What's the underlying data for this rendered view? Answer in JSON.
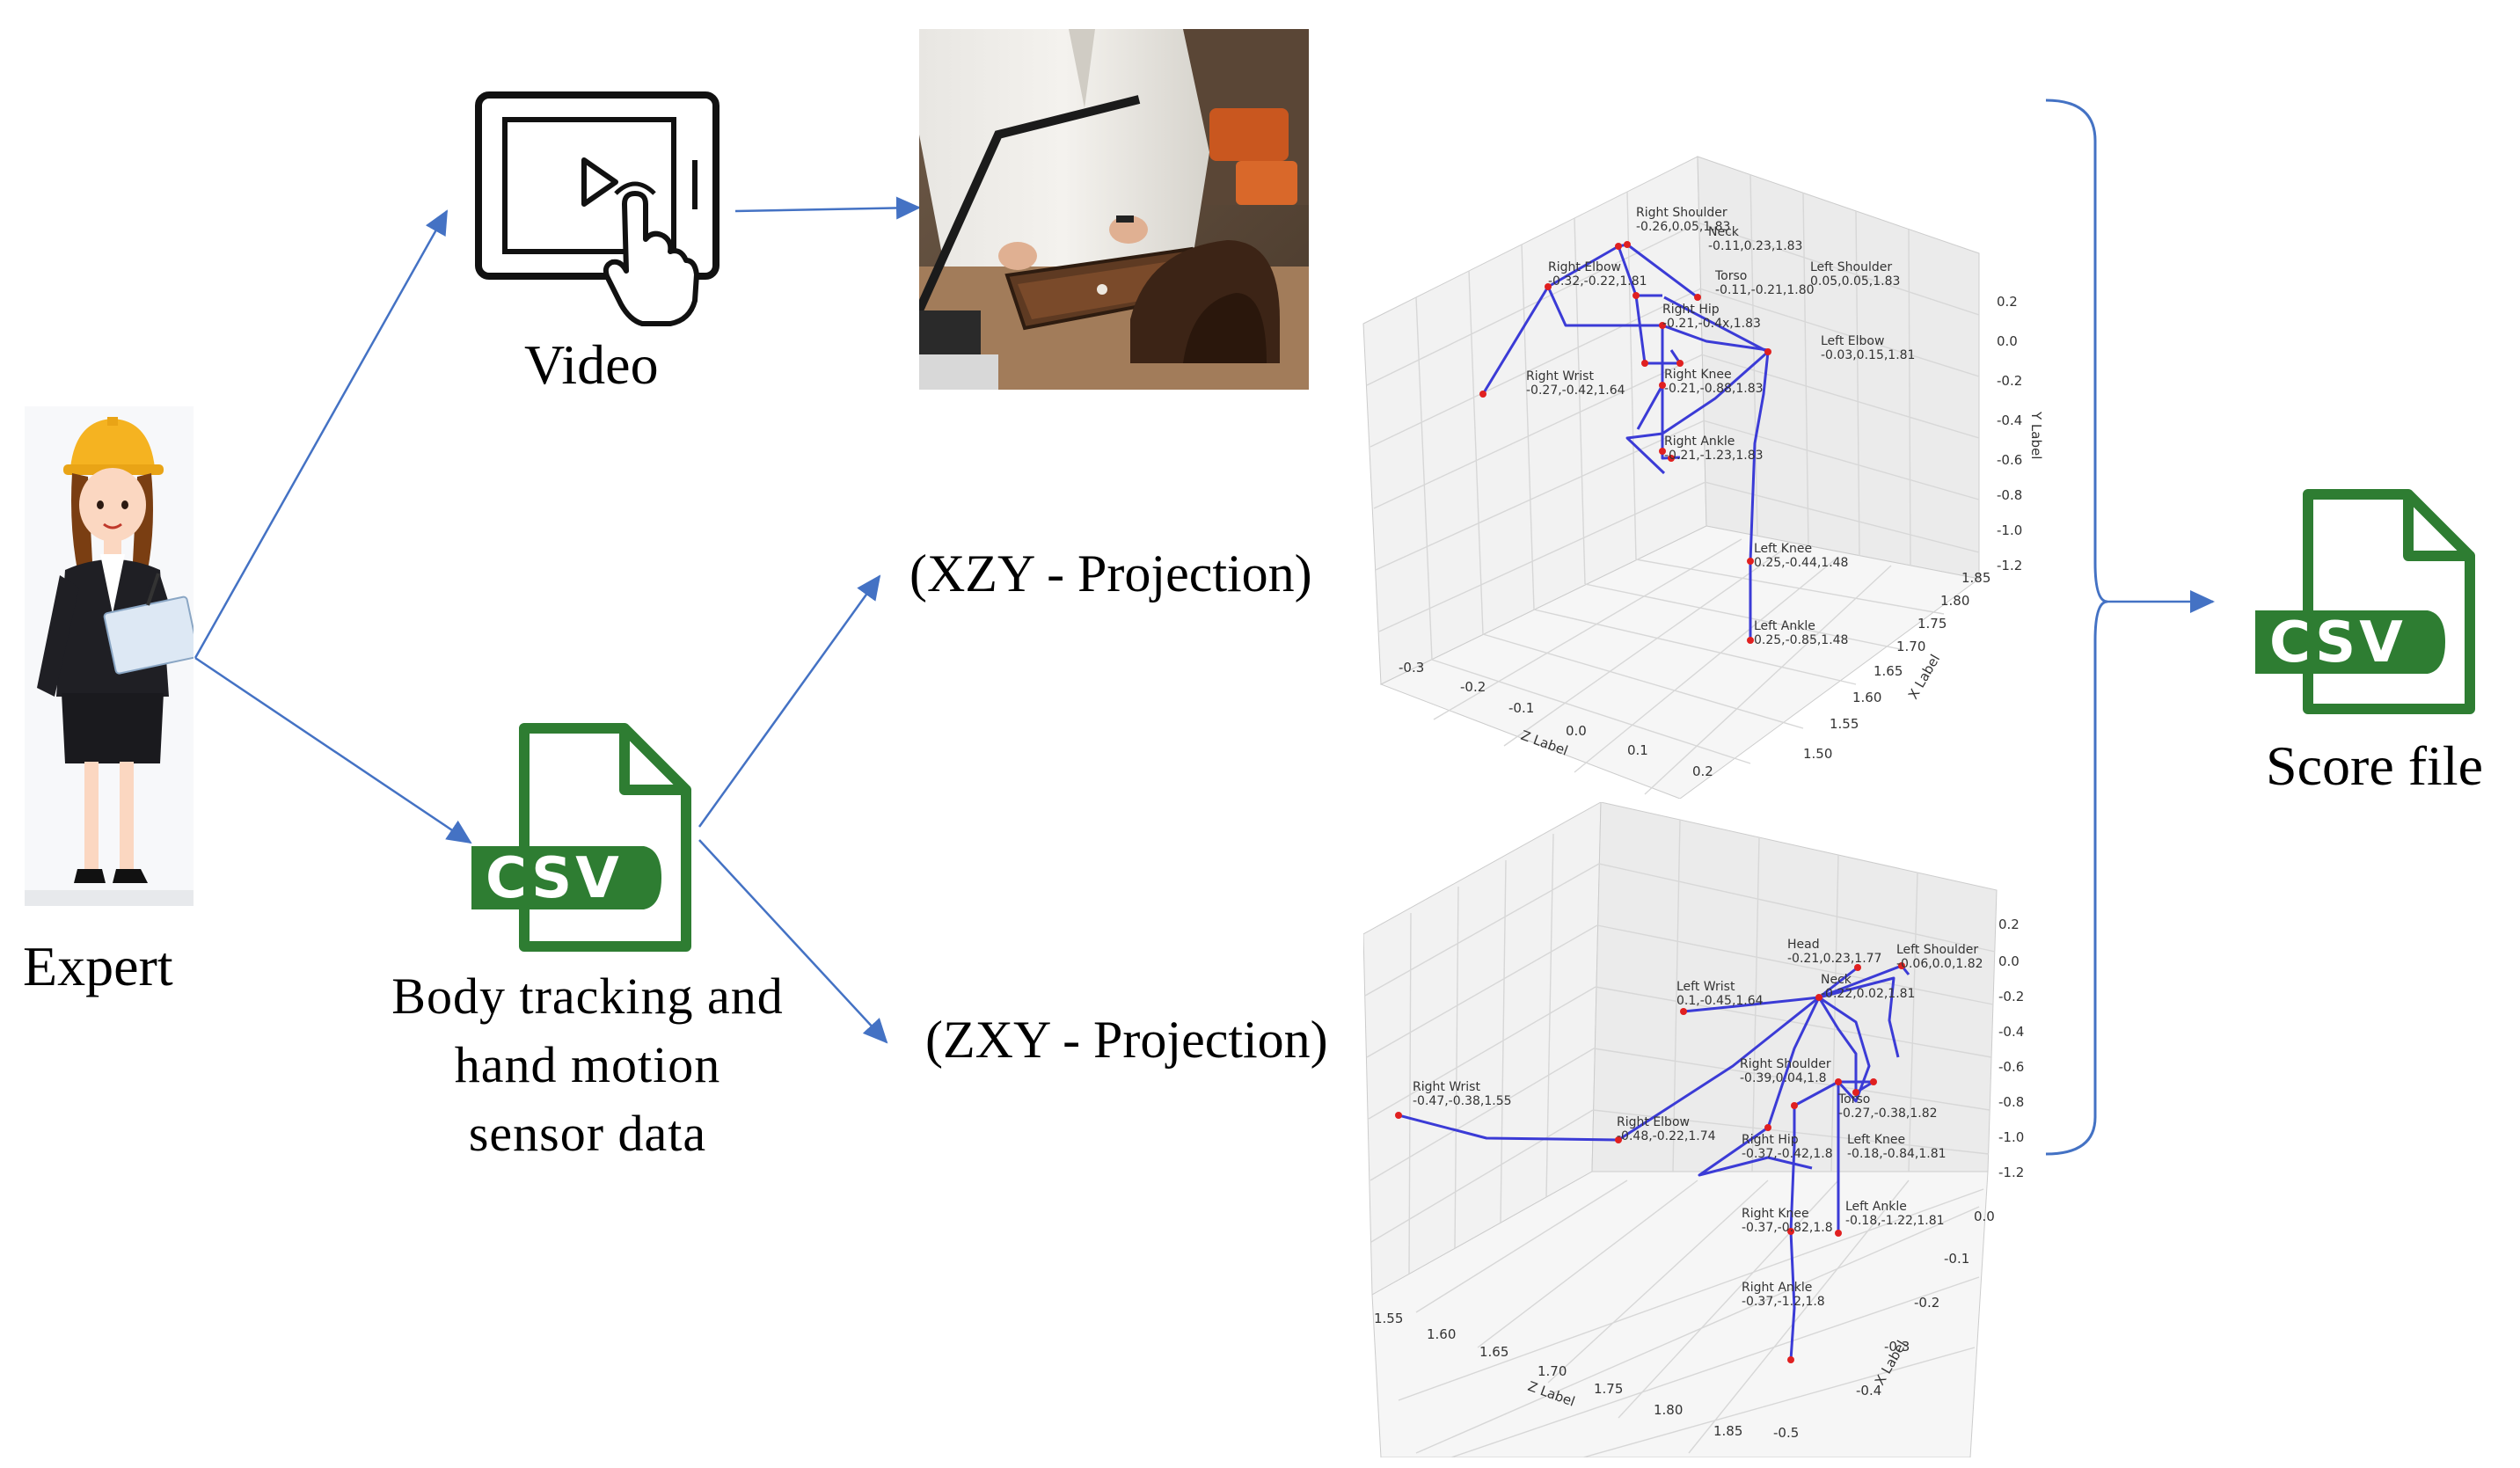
{
  "labels": {
    "expert": "Expert",
    "video": "Video",
    "sensor": [
      "Body tracking and",
      "hand motion",
      "sensor data"
    ],
    "xzy": "(XZY - Projection)",
    "zxy": "(ZXY - Projection)",
    "score": "Score file"
  },
  "icons": {
    "csv_text": "CSV",
    "csv_score_text": "CSV"
  },
  "colors": {
    "arrow": "#4472c4",
    "csv_green": "#2e7d32",
    "skeleton": "#3b3bd6",
    "joint": "#e02020"
  },
  "plot_xzy": {
    "z_label": "Z Label",
    "x_label": "X Label",
    "y_label": "Y Label",
    "z_ticks": [
      "-0.3",
      "-0.2",
      "-0.1",
      "0.0",
      "0.1",
      "0.2"
    ],
    "x_ticks": [
      "1.50",
      "1.55",
      "1.60",
      "1.65",
      "1.70",
      "1.75",
      "1.80",
      "1.85"
    ],
    "y_ticks": [
      "0.2",
      "0.0",
      "-0.2",
      "-0.4",
      "-0.6",
      "-0.8",
      "-1.0",
      "-1.2"
    ],
    "joints": [
      {
        "name": "Right Shoulder",
        "value": "-0.26,0.05,1.83"
      },
      {
        "name": "Neck",
        "value": "-0.11,0.23,1.83"
      },
      {
        "name": "Right Elbow",
        "value": "-0.32,-0.22,1.81"
      },
      {
        "name": "Torso",
        "value": "-0.11,-0.21,1.80"
      },
      {
        "name": "Left Shoulder",
        "value": "0.05,0.05,1.83"
      },
      {
        "name": "Right Hip",
        "value": "-0.21,-0.4x,1.83"
      },
      {
        "name": "Left Elbow",
        "value": "-0.03,0.15,1.81"
      },
      {
        "name": "Right Wrist",
        "value": "-0.27,-0.42,1.64"
      },
      {
        "name": "Right Knee",
        "value": "-0.21,-0.88,1.83"
      },
      {
        "name": "Right Ankle",
        "value": "-0.21,-1.23,1.83"
      },
      {
        "name": "Left Knee",
        "value": "0.25,-0.44,1.48"
      },
      {
        "name": "Left Ankle",
        "value": "0.25,-0.85,1.48"
      }
    ]
  },
  "plot_zxy": {
    "z_label": "Z Label",
    "x_label": "X Label",
    "z_ticks": [
      "1.55",
      "1.60",
      "1.65",
      "1.70",
      "1.75",
      "1.80",
      "1.85"
    ],
    "x_ticks": [
      "0.0",
      "-0.1",
      "-0.2",
      "-0.3",
      "-0.4",
      "-0.5"
    ],
    "y_ticks": [
      "0.2",
      "0.0",
      "-0.2",
      "-0.4",
      "-0.6",
      "-0.8",
      "-1.0",
      "-1.2"
    ],
    "joints": [
      {
        "name": "Head",
        "value": "-0.21,0.23,1.77"
      },
      {
        "name": "Left Shoulder",
        "value": "-0.06,0.0,1.82"
      },
      {
        "name": "Left Wrist",
        "value": "0.1,-0.45,1.64"
      },
      {
        "name": "Neck",
        "value": "-0.22,0.02,1.81"
      },
      {
        "name": "Right Wrist",
        "value": "-0.47,-0.38,1.55"
      },
      {
        "name": "Right Shoulder",
        "value": "-0.39,0.04,1.8"
      },
      {
        "name": "Torso",
        "value": "-0.27,-0.38,1.82"
      },
      {
        "name": "Right Elbow",
        "value": "-0.48,-0.22,1.74"
      },
      {
        "name": "Right Hip",
        "value": "-0.37,-0.42,1.8"
      },
      {
        "name": "Left Knee",
        "value": "-0.18,-0.84,1.81"
      },
      {
        "name": "Right Knee",
        "value": "-0.37,-0.82,1.8"
      },
      {
        "name": "Left Ankle",
        "value": "-0.18,-1.22,1.81"
      },
      {
        "name": "Right Ankle",
        "value": "-0.37,-1.2,1.8"
      }
    ]
  }
}
